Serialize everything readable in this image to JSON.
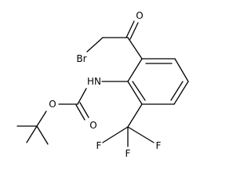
{
  "atom_labels": {
    "bromo": "Br",
    "ketone_oxygen": "O",
    "amine": "HN",
    "ester_oxygen": "O",
    "carbonyl_oxygen": "O",
    "fluorine_1": "F",
    "fluorine_2": "F",
    "fluorine_3": "F"
  },
  "colors": {
    "bond": "#000000",
    "label": "#000000",
    "background": "#ffffff"
  }
}
